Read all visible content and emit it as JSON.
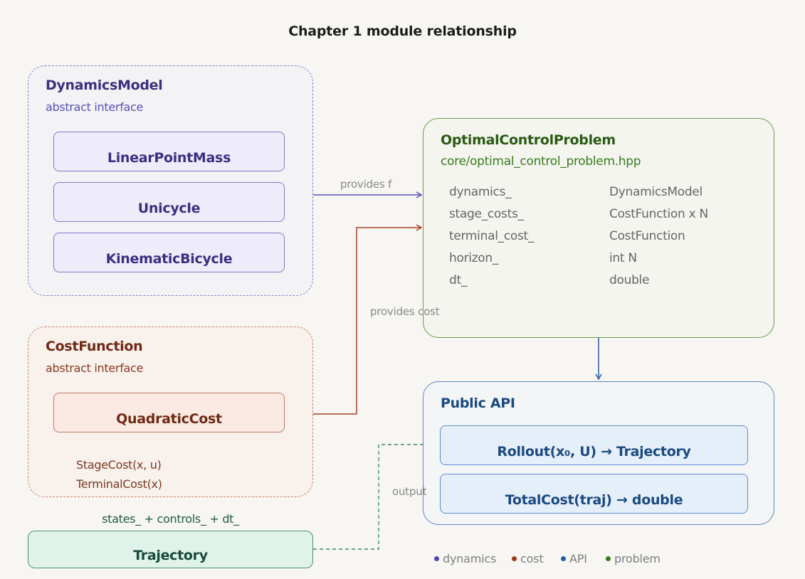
{
  "title": "Chapter 1 module relationship",
  "dynamics_group": {
    "title": "DynamicsModel",
    "subtitle": "abstract interface",
    "items": [
      "LinearPointMass",
      "Unicycle",
      "KinematicBicycle"
    ]
  },
  "cost_group": {
    "title": "CostFunction",
    "subtitle": "abstract interface",
    "items": [
      "QuadraticCost"
    ],
    "methods": [
      "StageCost(x, u)",
      "TerminalCost(x)"
    ]
  },
  "problem_group": {
    "title": "OptimalControlProblem",
    "subtitle": "core/optimal_control_problem.hpp",
    "fields": [
      {
        "name": "dynamics_",
        "type": "DynamicsModel"
      },
      {
        "name": "stage_costs_",
        "type": "CostFunction x N"
      },
      {
        "name": "terminal_cost_",
        "type": "CostFunction"
      },
      {
        "name": "horizon_",
        "type": "int N"
      },
      {
        "name": "dt_",
        "type": "double"
      }
    ]
  },
  "api_group": {
    "title": "Public API",
    "items": [
      "Rollout(x₀, U) → Trajectory",
      "TotalCost(traj) → double"
    ]
  },
  "trajectory": {
    "label": "Trajectory",
    "caption": "states_ + controls_ + dt_"
  },
  "edges": {
    "provides_f": "provides f",
    "provides_cost": "provides cost",
    "output": "output"
  },
  "legend": [
    {
      "label": "dynamics",
      "color": "#5046b4"
    },
    {
      "label": "cost",
      "color": "#9a3a1e"
    },
    {
      "label": "API",
      "color": "#1f5fa8"
    },
    {
      "label": "problem",
      "color": "#3a7a1e"
    }
  ],
  "colors": {
    "dynamics": "#5a50c0",
    "cost": "#a8402a",
    "api": "#2a5fa8",
    "trajectory": "#3a8a6a",
    "problem": "#6a9a4a"
  }
}
